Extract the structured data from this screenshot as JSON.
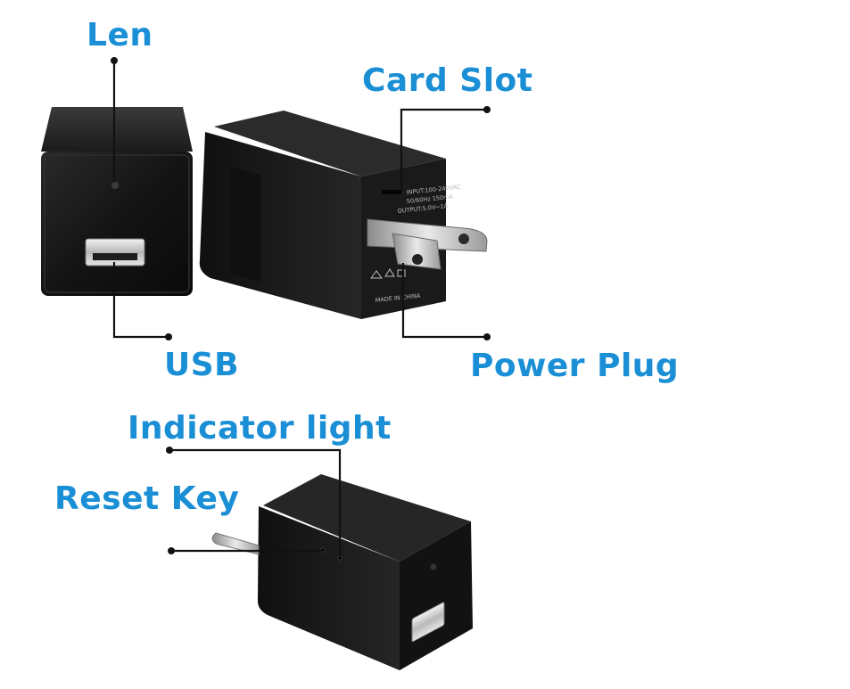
{
  "labels": {
    "len": "Len",
    "card_slot": "Card Slot",
    "usb": "USB",
    "power_plug": "Power Plug",
    "indicator_light": "Indicator light",
    "reset_key": "Reset Key"
  },
  "device_text": {
    "input": "INPUT:100-240VAC",
    "freq": "50/60Hz 150mA",
    "output": "OUTPUT:5.0V⎓1A",
    "made_in": "MADE IN CHINA"
  },
  "colors": {
    "label_blue": "#1a8fd6",
    "device_black": "#151515",
    "leader_line": "#111111"
  }
}
